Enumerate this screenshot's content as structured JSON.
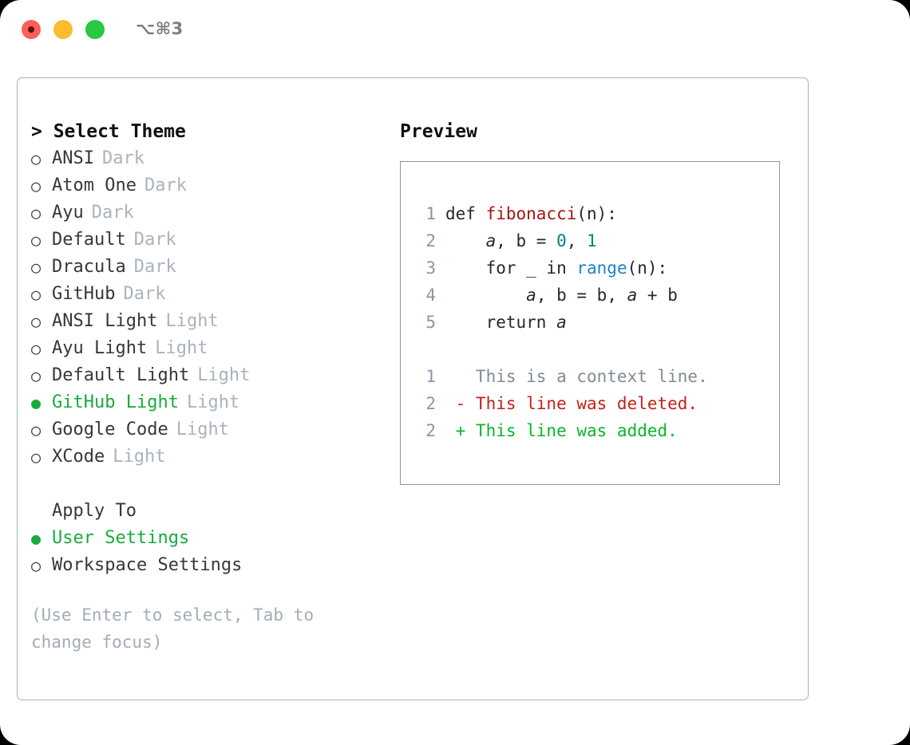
{
  "window": {
    "shortcut": "⌥⌘3",
    "traffic_lights": [
      {
        "name": "close",
        "color": "#ff5f57"
      },
      {
        "name": "minimize",
        "color": "#febc2e"
      },
      {
        "name": "zoom",
        "color": "#28c840"
      }
    ]
  },
  "theme_list": {
    "header": "> Select Theme",
    "items": [
      {
        "marker": "○",
        "label": "ANSI",
        "tag": "Dark",
        "selected": false
      },
      {
        "marker": "○",
        "label": "Atom One",
        "tag": "Dark",
        "selected": false
      },
      {
        "marker": "○",
        "label": "Ayu",
        "tag": "Dark",
        "selected": false
      },
      {
        "marker": "○",
        "label": "Default",
        "tag": "Dark",
        "selected": false
      },
      {
        "marker": "○",
        "label": "Dracula",
        "tag": "Dark",
        "selected": false
      },
      {
        "marker": "○",
        "label": "GitHub",
        "tag": "Dark",
        "selected": false
      },
      {
        "marker": "○",
        "label": "ANSI Light",
        "tag": "Light",
        "selected": false
      },
      {
        "marker": "○",
        "label": "Ayu Light",
        "tag": "Light",
        "selected": false
      },
      {
        "marker": "○",
        "label": "Default Light",
        "tag": "Light",
        "selected": false
      },
      {
        "marker": "●",
        "label": "GitHub Light",
        "tag": "Light",
        "selected": true
      },
      {
        "marker": "○",
        "label": "Google Code",
        "tag": "Light",
        "selected": false
      },
      {
        "marker": "○",
        "label": "XCode",
        "tag": "Light",
        "selected": false
      }
    ]
  },
  "apply_to": {
    "header": "Apply To",
    "items": [
      {
        "marker": "●",
        "label": "User Settings",
        "selected": true
      },
      {
        "marker": "○",
        "label": "Workspace Settings",
        "selected": false
      }
    ]
  },
  "hint": "(Use Enter to select, Tab to change focus)",
  "preview": {
    "title": "Preview",
    "code_lines": [
      {
        "no": "1",
        "indent": "",
        "parts": [
          {
            "text": "def ",
            "kind": "plain"
          },
          {
            "text": "fibonacci",
            "kind": "fn"
          },
          {
            "text": "(n):",
            "kind": "plain"
          }
        ]
      },
      {
        "no": "2",
        "indent": "    ",
        "parts": [
          {
            "text": "a",
            "kind": "var"
          },
          {
            "text": ", b = ",
            "kind": "plain"
          },
          {
            "text": "0",
            "kind": "num"
          },
          {
            "text": ", ",
            "kind": "plain"
          },
          {
            "text": "1",
            "kind": "num"
          }
        ]
      },
      {
        "no": "3",
        "indent": "    ",
        "parts": [
          {
            "text": "for _ in ",
            "kind": "plain"
          },
          {
            "text": "range",
            "kind": "call"
          },
          {
            "text": "(n):",
            "kind": "plain"
          }
        ]
      },
      {
        "no": "4",
        "indent": "        ",
        "parts": [
          {
            "text": "a",
            "kind": "var"
          },
          {
            "text": ", b = b, ",
            "kind": "plain"
          },
          {
            "text": "a",
            "kind": "var"
          },
          {
            "text": " + b",
            "kind": "plain"
          }
        ]
      },
      {
        "no": "5",
        "indent": "    ",
        "parts": [
          {
            "text": "return ",
            "kind": "plain"
          },
          {
            "text": "a",
            "kind": "var"
          }
        ]
      }
    ],
    "diff_lines": [
      {
        "no": "1",
        "sign": " ",
        "text": "This is a context line.",
        "kind": "ctx"
      },
      {
        "no": "2",
        "sign": "-",
        "text": "This line was deleted.",
        "kind": "del"
      },
      {
        "no": "2",
        "sign": "+",
        "text": "This line was added.",
        "kind": "add"
      }
    ]
  },
  "colors": {
    "selected_green": "#1aaa3c",
    "tag_gray": "#aab3bd",
    "hint_gray": "#a2acb8",
    "border_gray": "#a9b3be",
    "preview_border": "#8b96a3",
    "fn_red": "#a31515",
    "num_teal": "#008080",
    "call_blue": "#1a85c7",
    "diff_del_red": "#c0221a",
    "diff_add_green": "#0ab52b",
    "lineno_gray": "#8a96a3"
  }
}
